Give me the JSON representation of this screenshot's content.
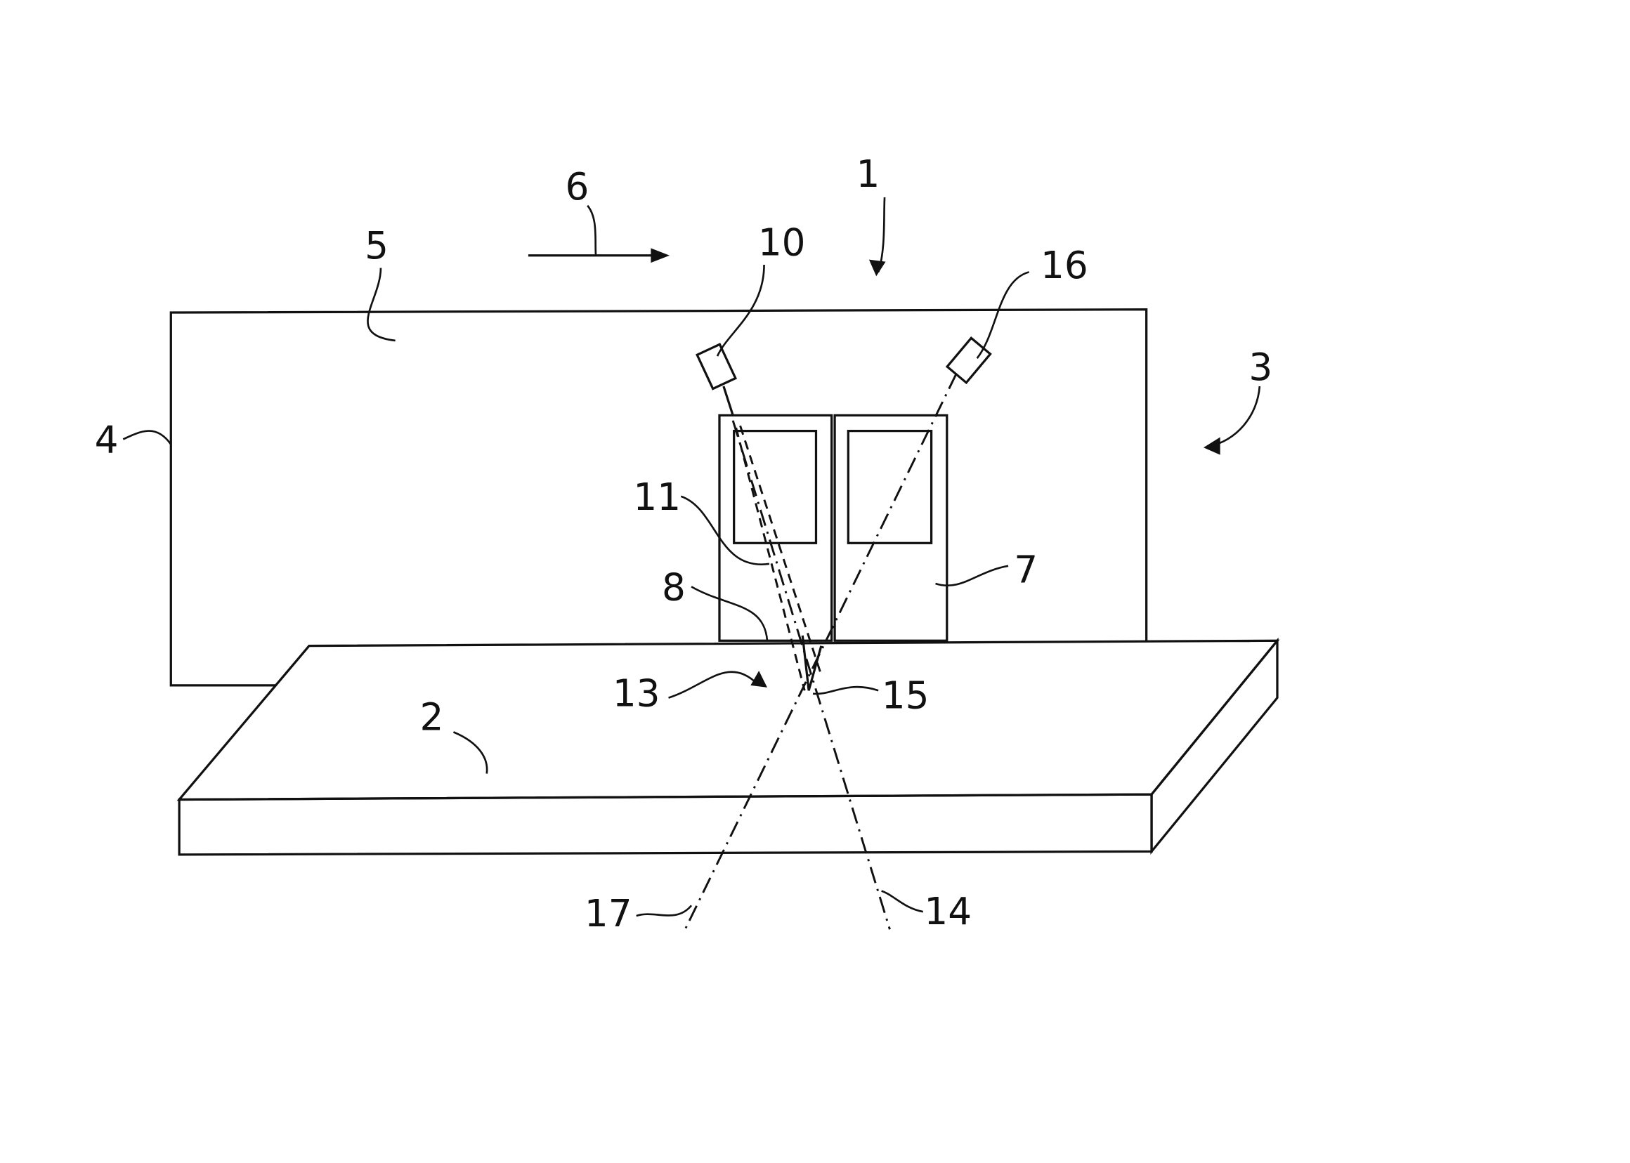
{
  "figure": {
    "labels": {
      "system": "1",
      "conveyor": "2",
      "vehicle_side": "3",
      "vehicle_end": "4",
      "vehicle_body": "5",
      "direction": "6",
      "door": "7",
      "door_edge": "8",
      "sensor_a": "10",
      "beam_a": "11",
      "gap_region": "13",
      "axis_a": "14",
      "intersection": "15",
      "sensor_b": "16",
      "axis_b": "17"
    }
  }
}
